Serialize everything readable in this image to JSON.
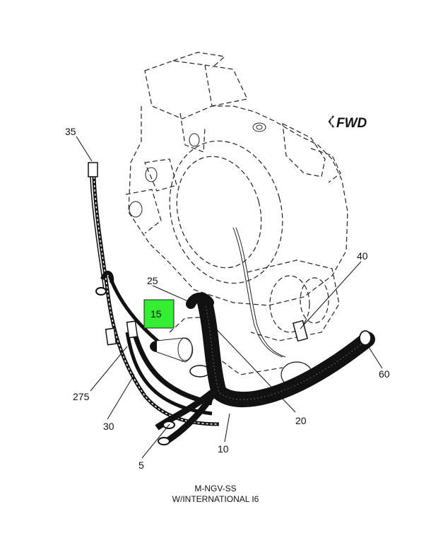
{
  "orientation_label": "FWD",
  "callouts": {
    "c35": "35",
    "c25": "25",
    "c15": "15",
    "c40": "40",
    "c275": "275",
    "c30": "30",
    "c20": "20",
    "c60": "60",
    "c10": "10",
    "c5": "5"
  },
  "highlight_color": "#33ee33",
  "caption": {
    "line1": "M-NGV-SS",
    "line2": "W/INTERNATIONAL I6"
  }
}
